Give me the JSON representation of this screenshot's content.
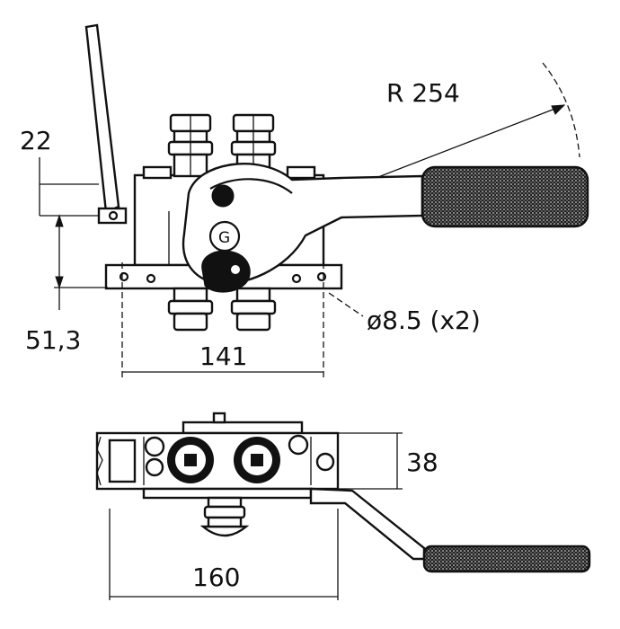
{
  "dimensions": {
    "top_height": "22",
    "mount_height": "51,3",
    "width_top": "141",
    "hole_callout": "ø8.5 (x2)",
    "lever_radius": "R 254",
    "side_height": "38",
    "width_side": "160"
  },
  "marks": {
    "port_letter": "G"
  }
}
